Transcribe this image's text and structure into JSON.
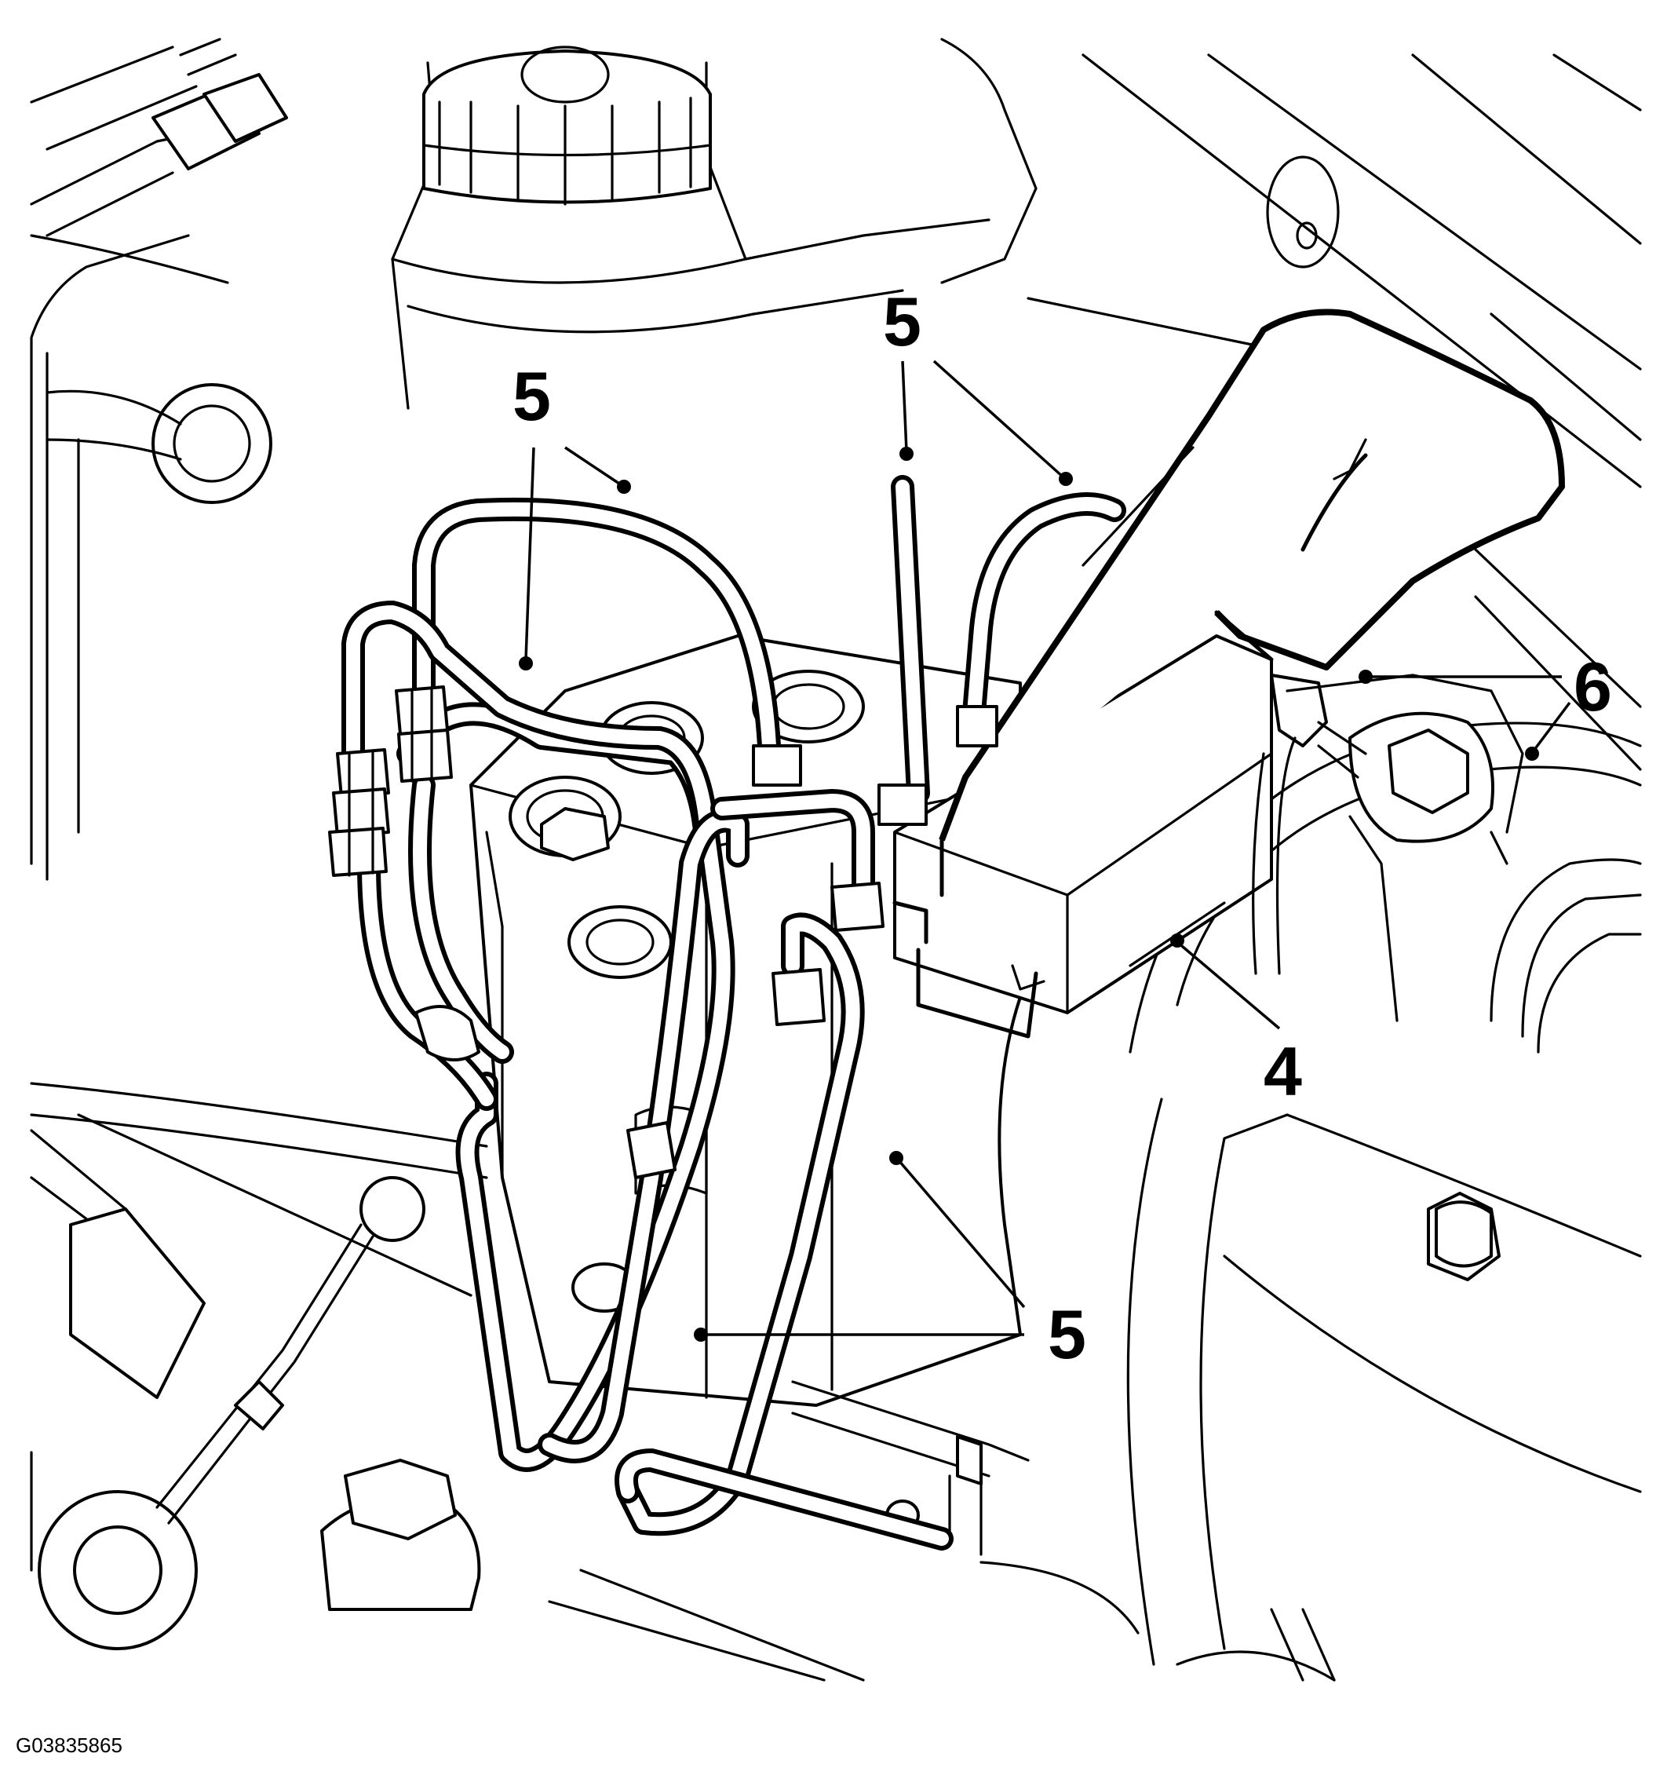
{
  "figure": {
    "reference_code": "G03835865"
  },
  "callouts": [
    {
      "id": "callout-4",
      "text": "4"
    },
    {
      "id": "callout-5-top-left",
      "text": "5"
    },
    {
      "id": "callout-5-top-right",
      "text": "5"
    },
    {
      "id": "callout-5-bottom",
      "text": "5"
    },
    {
      "id": "callout-6",
      "text": "6"
    }
  ],
  "colors": {
    "line": "#000000",
    "background": "#ffffff"
  }
}
